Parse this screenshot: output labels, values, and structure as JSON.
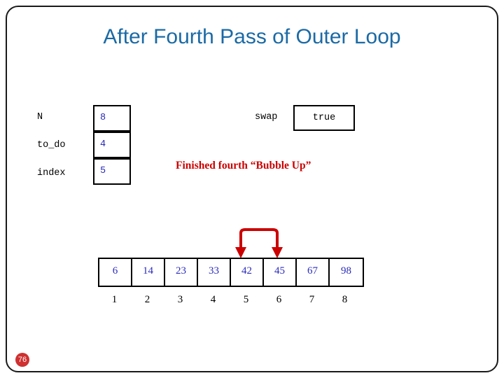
{
  "slide": {
    "title": "After Fourth Pass of Outer Loop",
    "page_number": "76",
    "accent_title_color": "#1b6aa5",
    "value_color": "#2b2bbb",
    "note_color": "#cc0000",
    "arrow_color": "#cc0000"
  },
  "variables": [
    {
      "name": "N",
      "value": "8"
    },
    {
      "name": "to_do",
      "value": "4"
    },
    {
      "name": "index",
      "value": "5"
    }
  ],
  "swap": {
    "label": "swap",
    "value": "true"
  },
  "note": "Finished fourth “Bubble Up”",
  "array": {
    "values": [
      "6",
      "14",
      "23",
      "33",
      "42",
      "45",
      "67",
      "98"
    ],
    "indices": [
      "1",
      "2",
      "3",
      "4",
      "5",
      "6",
      "7",
      "8"
    ]
  },
  "arrows": {
    "description": "swap-arrows-between-cells-4-and-5"
  }
}
